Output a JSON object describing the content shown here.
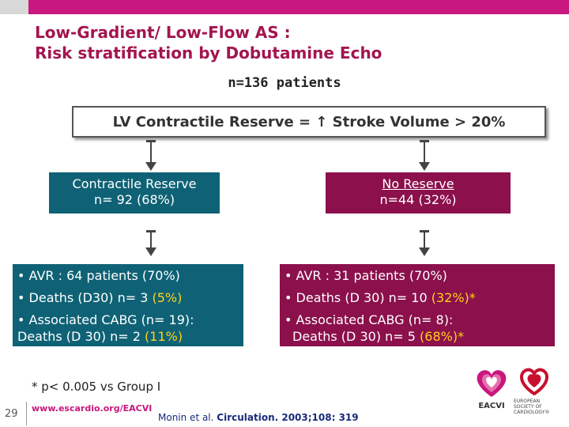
{
  "header": {
    "title_line1": "Low-Gradient/ Low-Flow AS :",
    "title_line2": "Risk stratification by Dobutamine Echo"
  },
  "patients": "n=136 patients",
  "definition": {
    "prefix": "LV Contractile Reserve = ",
    "arrow": "↑",
    "suffix": " Stroke Volume > 20%"
  },
  "groups": {
    "reserve": {
      "line1": "Contractile Reserve",
      "line2": "n= 92 (68%)"
    },
    "no_reserve": {
      "line1": "No Reserve",
      "line2": "n=44 (32%)"
    }
  },
  "outcomes": {
    "left": {
      "avr": "• AVR : 64 patients (70%)",
      "deaths_prefix": "• Deaths (D30) n= 3 ",
      "deaths_pct": "(5%)",
      "cabg_line1": "• Associated CABG (n= 19):",
      "cabg_line2_prefix": "Deaths (D 30) n= 2 ",
      "cabg_pct": "(11%)"
    },
    "right": {
      "avr": "• AVR : 31 patients (70%)",
      "deaths_prefix": "• Deaths (D 30) n= 10 ",
      "deaths_pct": "(32%)*",
      "cabg_line1": "• Associated CABG (n= 8):",
      "cabg_line2_prefix": "Deaths (D 30) n= 5 ",
      "cabg_pct": "(68%)*"
    }
  },
  "footnote": "* p< 0.005 vs Group I",
  "footer": {
    "page": "29",
    "url": "www.escardio.org/EACVI",
    "cite_prefix": "Monin et al. ",
    "cite_journal": "Circulation. 2003;108: 319"
  },
  "logos": {
    "eacvi": "EACVI",
    "esc_line1": "EUROPEAN",
    "esc_line2": "SOCIETY OF",
    "esc_line3": "CARDIOLOGY®"
  },
  "colors": {
    "title": "#a3154f",
    "teal": "#0f6275",
    "magenta": "#8b104c",
    "highlight": "#ffd21a",
    "brand": "#c8177e"
  }
}
